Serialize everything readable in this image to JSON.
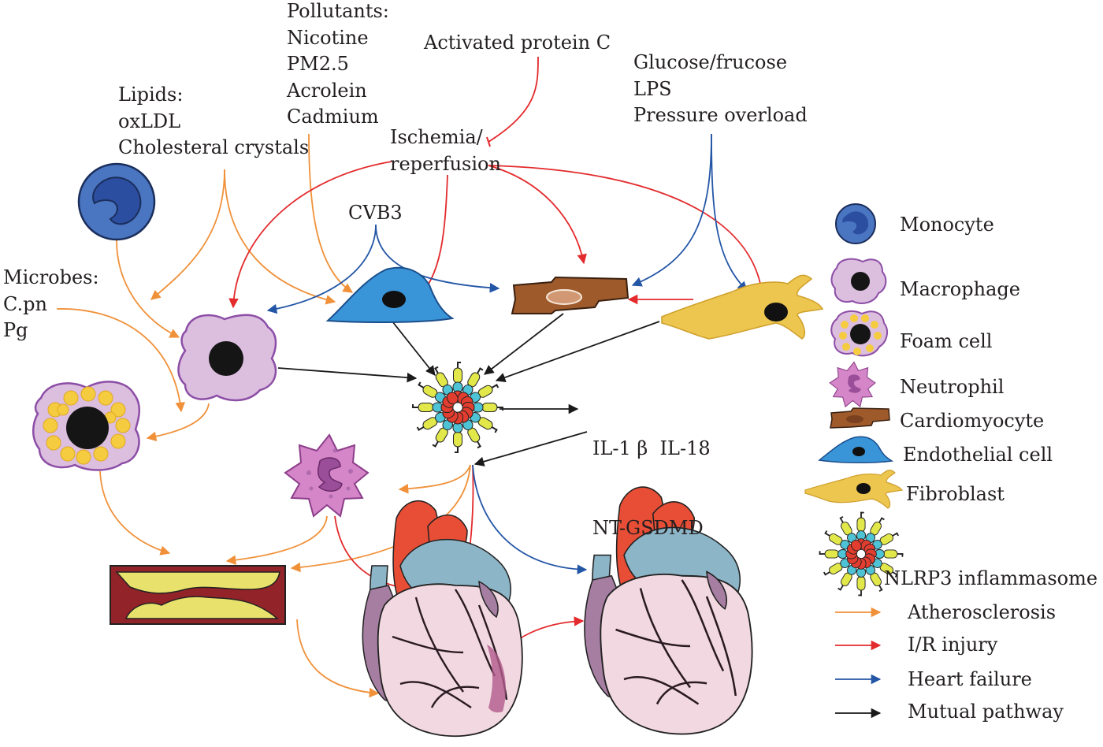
{
  "labels": {
    "pollutants": [
      "Pollutants:",
      "Nicotine",
      "PM2.5",
      "Acrolein",
      "Cadmium"
    ],
    "apc": "Activated protein C",
    "lipids": [
      "Lipids:",
      "oxLDL",
      "Cholesteral crystals"
    ],
    "glucose": [
      "Glucose/frucose",
      "LPS",
      "Pressure overload"
    ],
    "ischemia": [
      "Ischemia/",
      "reperfusion"
    ],
    "cvb3": "CVB3",
    "microbes": [
      "Microbes:",
      "C.pn",
      "Pg"
    ],
    "products": [
      "IL-1 β  IL-18",
      "NT-GSDMD"
    ]
  },
  "legend": {
    "cells": [
      "Monocyte",
      "Macrophage",
      "Foam cell",
      "Neutrophil",
      "Cardiomyocyte",
      "Endothelial cell",
      "Fibroblast",
      "NLRP3 inflammasome"
    ],
    "pathways": [
      {
        "label": "Atherosclerosis",
        "color": "#f0913a"
      },
      {
        "label": "I/R injury",
        "color": "#e32a2c"
      },
      {
        "label": "Heart failure",
        "color": "#2456a6"
      },
      {
        "label": "Mutual pathway",
        "color": "#1a1a1a"
      }
    ]
  },
  "colors": {
    "orange": "#f0913a",
    "red": "#e32a2c",
    "blue": "#2456a6",
    "black": "#1a1a1a",
    "monocyte": "#4a75c0",
    "macrophage": "#dcbedf",
    "endothelial": "#3a95d8",
    "cardiomyocyte": "#9e5a2a",
    "fibroblast": "#ecc64f",
    "neutrophil": "#d486c8",
    "heart_red": "#e84e36",
    "heart_blue": "#8db5c8",
    "heart_body": "#f2d8e0",
    "vessel_wall": "#922328",
    "plaque": "#e8e26c"
  },
  "icons": [
    "monocyte-icon",
    "macrophage-icon",
    "foam-cell-icon",
    "neutrophil-icon",
    "cardiomyocyte-icon",
    "endothelial-cell-icon",
    "fibroblast-icon",
    "nlrp3-inflammasome-icon",
    "artery-plaque-icon",
    "heart-icon",
    "failing-heart-icon"
  ]
}
